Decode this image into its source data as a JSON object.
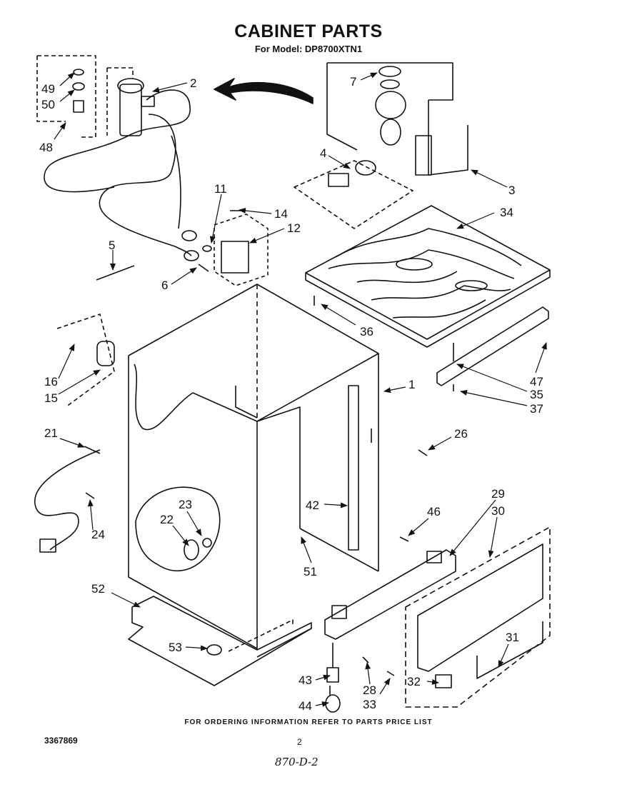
{
  "header": {
    "title": "CABINET PARTS",
    "subtitle": "For Model: DP8700XTN1"
  },
  "callouts": [
    {
      "id": "c49",
      "label": "49"
    },
    {
      "id": "c50",
      "label": "50"
    },
    {
      "id": "c48",
      "label": "48"
    },
    {
      "id": "c2",
      "label": "2"
    },
    {
      "id": "c7",
      "label": "7"
    },
    {
      "id": "c4",
      "label": "4"
    },
    {
      "id": "c3",
      "label": "3"
    },
    {
      "id": "c11",
      "label": "11"
    },
    {
      "id": "c14",
      "label": "14"
    },
    {
      "id": "c12",
      "label": "12"
    },
    {
      "id": "c34",
      "label": "34"
    },
    {
      "id": "c5",
      "label": "5"
    },
    {
      "id": "c6",
      "label": "6"
    },
    {
      "id": "c36",
      "label": "36"
    },
    {
      "id": "c16",
      "label": "16"
    },
    {
      "id": "c15",
      "label": "15"
    },
    {
      "id": "c1",
      "label": "1"
    },
    {
      "id": "c47",
      "label": "47"
    },
    {
      "id": "c35",
      "label": "35"
    },
    {
      "id": "c37",
      "label": "37"
    },
    {
      "id": "c21",
      "label": "21"
    },
    {
      "id": "c26",
      "label": "26"
    },
    {
      "id": "c24",
      "label": "24"
    },
    {
      "id": "c23",
      "label": "23"
    },
    {
      "id": "c22",
      "label": "22"
    },
    {
      "id": "c42",
      "label": "42"
    },
    {
      "id": "c46",
      "label": "46"
    },
    {
      "id": "c29",
      "label": "29"
    },
    {
      "id": "c30",
      "label": "30"
    },
    {
      "id": "c51",
      "label": "51"
    },
    {
      "id": "c52",
      "label": "52"
    },
    {
      "id": "c53",
      "label": "53"
    },
    {
      "id": "c31",
      "label": "31"
    },
    {
      "id": "c43",
      "label": "43"
    },
    {
      "id": "c28",
      "label": "28"
    },
    {
      "id": "c32",
      "label": "32"
    },
    {
      "id": "c44",
      "label": "44"
    },
    {
      "id": "c33",
      "label": "33"
    }
  ],
  "footer": {
    "ordering_note": "FOR ORDERING INFORMATION REFER TO PARTS PRICE LIST",
    "document_number": "3367869",
    "page_number": "2",
    "handwritten_note": "870-D-2"
  }
}
